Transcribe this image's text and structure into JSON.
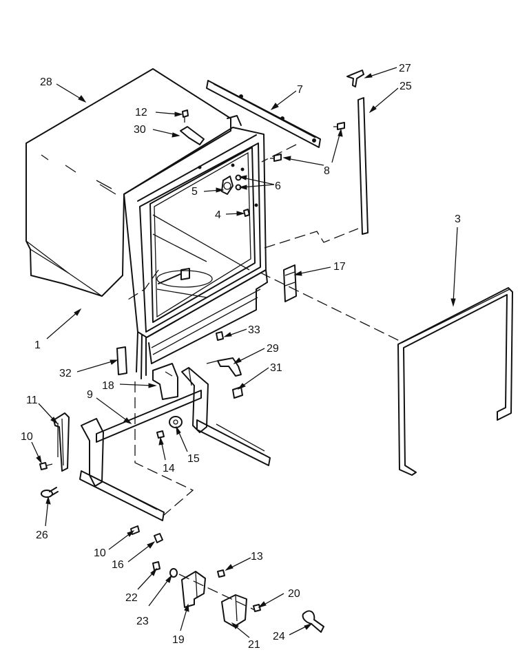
{
  "callouts": [
    {
      "id": "c1",
      "text": "1"
    },
    {
      "id": "c3",
      "text": "3"
    },
    {
      "id": "c4",
      "text": "4"
    },
    {
      "id": "c5",
      "text": "5"
    },
    {
      "id": "c6",
      "text": "6"
    },
    {
      "id": "c7",
      "text": "7"
    },
    {
      "id": "c8",
      "text": "8"
    },
    {
      "id": "c9",
      "text": "9"
    },
    {
      "id": "c10a",
      "text": "10"
    },
    {
      "id": "c10b",
      "text": "10"
    },
    {
      "id": "c11",
      "text": "11"
    },
    {
      "id": "c12",
      "text": "12"
    },
    {
      "id": "c13",
      "text": "13"
    },
    {
      "id": "c14",
      "text": "14"
    },
    {
      "id": "c15",
      "text": "15"
    },
    {
      "id": "c16",
      "text": "16"
    },
    {
      "id": "c17",
      "text": "17"
    },
    {
      "id": "c18",
      "text": "18"
    },
    {
      "id": "c19",
      "text": "19"
    },
    {
      "id": "c20",
      "text": "20"
    },
    {
      "id": "c21",
      "text": "21"
    },
    {
      "id": "c22",
      "text": "22"
    },
    {
      "id": "c23",
      "text": "23"
    },
    {
      "id": "c24",
      "text": "24"
    },
    {
      "id": "c25",
      "text": "25"
    },
    {
      "id": "c26",
      "text": "26"
    },
    {
      "id": "c27",
      "text": "27"
    },
    {
      "id": "c28",
      "text": "28"
    },
    {
      "id": "c29",
      "text": "29"
    },
    {
      "id": "c30",
      "text": "30"
    },
    {
      "id": "c31",
      "text": "31"
    },
    {
      "id": "c32",
      "text": "32"
    },
    {
      "id": "c33",
      "text": "33"
    }
  ]
}
